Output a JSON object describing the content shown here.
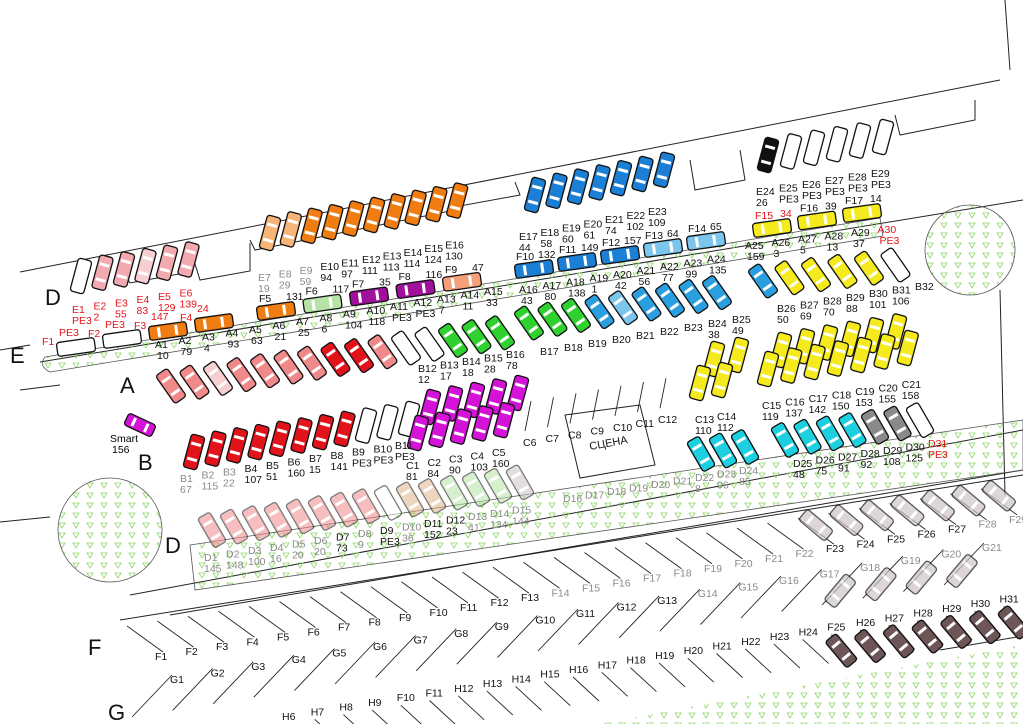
{
  "title": "Parking lot layout",
  "colors": {
    "red": "#e3131b",
    "pink": "#f3a9b0",
    "lpink": "#f7cfd3",
    "fred": "#f08a8a",
    "orange": "#f07d12",
    "lorange": "#f6b577",
    "salmon": "#f5a07a",
    "purple": "#a0109c",
    "magenta": "#d513d8",
    "green": "#2fd12f",
    "lgreen": "#b6e3a6",
    "blue": "#1c7fd6",
    "lblue": "#7cc6ee",
    "sky": "#2a9fe0",
    "yellow": "#f4ea1e",
    "cyan": "#1dd0e0",
    "white": "#ffffff",
    "black": "#111111",
    "gray": "#8a8a8a",
    "tan": "#e0b48a",
    "mauve": "#6e5558",
    "lgray": "#cfc5c5",
    "text_red": "#e3131b",
    "text_gray": "#8a8a8a",
    "text_black": "#111111",
    "grass": "#7fd24a"
  },
  "sections": {
    "A": "A",
    "B": "B",
    "D_left": "D",
    "D_lower": "D",
    "E": "E",
    "F": "F",
    "G": "G"
  },
  "stage_label": "СЦЕНА",
  "smart": {
    "id": "Smart",
    "val": "156",
    "car": "magenta"
  },
  "rows": {
    "e_left": [
      {
        "id": "E1",
        "val": "PE3",
        "car": "white",
        "tc": "text_red"
      },
      {
        "id": "E2",
        "val": "2",
        "car": "pink",
        "tc": "text_red"
      },
      {
        "id": "E3",
        "val": "55",
        "car": "pink",
        "tc": "text_red"
      },
      {
        "id": "E4",
        "val": "83",
        "car": "lpink",
        "tc": "text_red"
      },
      {
        "id": "E5",
        "val": "129",
        "car": "pink",
        "tc": "text_red"
      },
      {
        "id": "E6",
        "val": "139",
        "car": "pink",
        "tc": "text_red"
      }
    ],
    "f_left": [
      {
        "id": "F1",
        "val": "PE3",
        "car": "white",
        "tc": "text_red"
      },
      {
        "id": "F2",
        "val": "PE3",
        "car": "white",
        "tc": "text_red"
      },
      {
        "id": "F3",
        "val": "147",
        "car": "orange",
        "tc": "text_red"
      },
      {
        "id": "F4",
        "val": "24",
        "car": "orange",
        "tc": "text_red"
      }
    ],
    "e_mid": [
      {
        "id": "E7",
        "val": "19",
        "car": "lorange",
        "tc": "text_gray"
      },
      {
        "id": "E8",
        "val": "29",
        "car": "lorange",
        "tc": "text_gray"
      },
      {
        "id": "E9",
        "val": "59",
        "car": "orange",
        "tc": "text_gray"
      },
      {
        "id": "E10",
        "val": "94",
        "car": "orange"
      },
      {
        "id": "E11",
        "val": "97",
        "car": "orange"
      },
      {
        "id": "E12",
        "val": "111",
        "car": "orange"
      },
      {
        "id": "E13",
        "val": "113",
        "car": "orange"
      },
      {
        "id": "E14",
        "val": "114",
        "car": "orange"
      },
      {
        "id": "E15",
        "val": "124",
        "car": "orange"
      },
      {
        "id": "E16",
        "val": "130",
        "car": "orange"
      }
    ],
    "f_mid": [
      {
        "id": "F5",
        "val": "131",
        "car": "orange"
      },
      {
        "id": "F6",
        "val": "117",
        "car": "lgreen"
      },
      {
        "id": "F7",
        "val": "35",
        "car": "purple"
      },
      {
        "id": "F8",
        "val": "116",
        "car": "purple"
      },
      {
        "id": "F9",
        "val": "47",
        "car": "salmon"
      }
    ],
    "a_left": [
      {
        "id": "A1",
        "val": "10",
        "car": "fred"
      },
      {
        "id": "A2",
        "val": "79",
        "car": "fred"
      },
      {
        "id": "A3",
        "val": "4",
        "car": "lpink"
      },
      {
        "id": "A4",
        "val": "93",
        "car": "fred"
      },
      {
        "id": "A5",
        "val": "63",
        "car": "fred"
      },
      {
        "id": "A6",
        "val": "21",
        "car": "fred"
      },
      {
        "id": "A7",
        "val": "25",
        "car": "fred"
      },
      {
        "id": "A8",
        "val": "6",
        "car": "red"
      },
      {
        "id": "A9",
        "val": "104",
        "car": "red"
      },
      {
        "id": "A10",
        "val": "118",
        "car": "fred"
      },
      {
        "id": "A11",
        "val": "PE3",
        "car": "white"
      },
      {
        "id": "A12",
        "val": "PE3",
        "car": "white"
      },
      {
        "id": "A13",
        "val": "7",
        "car": "green"
      },
      {
        "id": "A14",
        "val": "11",
        "car": "green"
      },
      {
        "id": "A15",
        "val": "33",
        "car": "green"
      }
    ],
    "a_mid": [
      {
        "id": "A16",
        "val": "43",
        "car": "green"
      },
      {
        "id": "A17",
        "val": "80",
        "car": "green"
      },
      {
        "id": "A18",
        "val": "138",
        "car": "green"
      },
      {
        "id": "A19",
        "val": "1",
        "car": "sky"
      },
      {
        "id": "A20",
        "val": "42",
        "car": "lblue"
      },
      {
        "id": "A21",
        "val": "56",
        "car": "sky"
      },
      {
        "id": "A22",
        "val": "77",
        "car": "sky"
      },
      {
        "id": "A23",
        "val": "99",
        "car": "sky"
      },
      {
        "id": "A24",
        "val": "135",
        "car": "sky"
      }
    ],
    "e_blue": [
      {
        "id": "E17",
        "val": "44",
        "car": "blue"
      },
      {
        "id": "E18",
        "val": "58",
        "car": "blue"
      },
      {
        "id": "E19",
        "val": "60",
        "car": "blue"
      },
      {
        "id": "E20",
        "val": "61",
        "car": "blue"
      },
      {
        "id": "E21",
        "val": "74",
        "car": "blue"
      },
      {
        "id": "E22",
        "val": "102",
        "car": "blue"
      },
      {
        "id": "E23",
        "val": "109",
        "car": "blue"
      }
    ],
    "f_blue": [
      {
        "id": "F10",
        "val": "132",
        "car": "blue"
      },
      {
        "id": "F11",
        "val": "149",
        "car": "blue"
      },
      {
        "id": "F12",
        "val": "157",
        "car": "blue"
      },
      {
        "id": "F13",
        "val": "64",
        "car": "lblue"
      },
      {
        "id": "F14",
        "val": "65",
        "car": "lblue"
      }
    ],
    "e_top": [
      {
        "id": "E24",
        "val": "26",
        "car": "black"
      },
      {
        "id": "E25",
        "val": "PE3",
        "car": "white"
      },
      {
        "id": "E26",
        "val": "PE3",
        "car": "white"
      },
      {
        "id": "E27",
        "val": "PE3",
        "car": "white"
      },
      {
        "id": "E28",
        "val": "PE3",
        "car": "white"
      },
      {
        "id": "E29",
        "val": "PE3",
        "car": "white"
      }
    ],
    "f_yellow": [
      {
        "id": "F15",
        "val": "34",
        "car": "yellow",
        "tc": "text_red"
      },
      {
        "id": "F16",
        "val": "39",
        "car": "yellow"
      },
      {
        "id": "F17",
        "val": "14",
        "car": "yellow"
      }
    ],
    "a_right": [
      {
        "id": "A25",
        "val": "159",
        "car": "sky"
      },
      {
        "id": "A26",
        "val": "3",
        "car": "yellow"
      },
      {
        "id": "A27",
        "val": "5",
        "car": "yellow"
      },
      {
        "id": "A28",
        "val": "13",
        "car": "yellow"
      },
      {
        "id": "A29",
        "val": "37",
        "car": "yellow"
      },
      {
        "id": "A30",
        "val": "PE3",
        "car": "white",
        "tc": "text_red"
      }
    ],
    "b_left": [
      {
        "id": "B1",
        "val": "67",
        "car": "red",
        "tc": "text_gray"
      },
      {
        "id": "B2",
        "val": "115",
        "car": "red",
        "tc": "text_gray"
      },
      {
        "id": "B3",
        "val": "22",
        "car": "red",
        "tc": "text_gray"
      },
      {
        "id": "B4",
        "val": "107",
        "car": "red"
      },
      {
        "id": "B5",
        "val": "51",
        "car": "red"
      },
      {
        "id": "B6",
        "val": "160",
        "car": "red"
      },
      {
        "id": "B7",
        "val": "15",
        "car": "red"
      },
      {
        "id": "B8",
        "val": "141",
        "car": "red"
      },
      {
        "id": "B9",
        "val": "PE3",
        "car": "white"
      },
      {
        "id": "B10",
        "val": "PE3",
        "car": "white"
      },
      {
        "id": "B11",
        "val": "PE3",
        "car": "white"
      }
    ],
    "b_mid": [
      {
        "id": "B12",
        "val": "12",
        "car": "magenta"
      },
      {
        "id": "B13",
        "val": "17",
        "car": "magenta"
      },
      {
        "id": "B14",
        "val": "18",
        "car": "magenta"
      },
      {
        "id": "B15",
        "val": "28",
        "car": "magenta"
      },
      {
        "id": "B16",
        "val": "78",
        "car": "magenta"
      }
    ],
    "c_left": [
      {
        "id": "C1",
        "val": "81",
        "car": "magenta"
      },
      {
        "id": "C2",
        "val": "84",
        "car": "magenta"
      },
      {
        "id": "C3",
        "val": "90",
        "car": "magenta"
      },
      {
        "id": "C4",
        "val": "103",
        "car": "magenta"
      },
      {
        "id": "C5",
        "val": "160",
        "car": "magenta"
      }
    ],
    "b_rmid": [
      {
        "id": "B17",
        "val": ""
      },
      {
        "id": "B18",
        "val": ""
      },
      {
        "id": "B19",
        "val": ""
      },
      {
        "id": "B20",
        "val": ""
      },
      {
        "id": "B21",
        "val": ""
      },
      {
        "id": "B22",
        "val": ""
      },
      {
        "id": "B23",
        "val": ""
      },
      {
        "id": "B24",
        "val": "38",
        "car": "yellow"
      },
      {
        "id": "B25",
        "val": "49",
        "car": "yellow"
      }
    ],
    "b_right": [
      {
        "id": "B26",
        "val": "50",
        "car": "yellow"
      },
      {
        "id": "B27",
        "val": "69",
        "car": "yellow"
      },
      {
        "id": "B28",
        "val": "70",
        "car": "yellow"
      },
      {
        "id": "B29",
        "val": "88",
        "car": "yellow"
      },
      {
        "id": "B30",
        "val": "101",
        "car": "yellow"
      },
      {
        "id": "B31",
        "val": "106",
        "car": "yellow"
      },
      {
        "id": "B32",
        "val": ""
      }
    ],
    "c_stage": [
      {
        "id": "C6",
        "val": ""
      },
      {
        "id": "C7",
        "val": ""
      },
      {
        "id": "C8",
        "val": ""
      },
      {
        "id": "C9",
        "val": ""
      },
      {
        "id": "C10",
        "val": ""
      },
      {
        "id": "C11",
        "val": ""
      },
      {
        "id": "C12",
        "val": ""
      }
    ],
    "c_pair": [
      {
        "id": "C13",
        "val": "110",
        "car": "yellow"
      },
      {
        "id": "C14",
        "val": "112",
        "car": "yellow"
      }
    ],
    "c_right": [
      {
        "id": "C15",
        "val": "119",
        "car": "yellow"
      },
      {
        "id": "C16",
        "val": "137",
        "car": "yellow"
      },
      {
        "id": "C17",
        "val": "142",
        "car": "yellow"
      },
      {
        "id": "C18",
        "val": "150",
        "car": "yellow"
      },
      {
        "id": "C19",
        "val": "153",
        "car": "yellow"
      },
      {
        "id": "C20",
        "val": "155",
        "car": "yellow"
      },
      {
        "id": "C21",
        "val": "158",
        "car": "yellow"
      }
    ],
    "d_left": [
      {
        "id": "D1",
        "val": "145",
        "car": "fred",
        "tc": "text_gray"
      },
      {
        "id": "D2",
        "val": "148",
        "car": "fred",
        "tc": "text_gray"
      },
      {
        "id": "D3",
        "val": "100",
        "car": "fred",
        "tc": "text_gray"
      },
      {
        "id": "D4",
        "val": "16",
        "car": "fred",
        "tc": "text_gray"
      },
      {
        "id": "D5",
        "val": "20",
        "car": "fred",
        "tc": "text_gray"
      },
      {
        "id": "D6",
        "val": "20",
        "car": "fred",
        "tc": "text_gray"
      },
      {
        "id": "D7",
        "val": "73",
        "car": "fred"
      },
      {
        "id": "D8",
        "val": "9",
        "car": "fred",
        "tc": "text_gray"
      },
      {
        "id": "D9",
        "val": "PE3",
        "car": "white"
      },
      {
        "id": "D10",
        "val": "36",
        "car": "tan",
        "tc": "text_gray"
      },
      {
        "id": "D11",
        "val": "152",
        "car": "tan"
      },
      {
        "id": "D12",
        "val": "23",
        "car": "lgreen"
      },
      {
        "id": "D13",
        "val": "41",
        "car": "lgreen",
        "tc": "text_gray"
      },
      {
        "id": "D14",
        "val": "134",
        "car": "lgreen",
        "tc": "text_gray"
      },
      {
        "id": "D15",
        "val": "144",
        "car": "lgray",
        "tc": "text_gray"
      }
    ],
    "d_mid": [
      {
        "id": "D16",
        "val": "",
        "tc": "text_gray"
      },
      {
        "id": "D17",
        "val": "",
        "tc": "text_gray"
      },
      {
        "id": "D18",
        "val": "",
        "tc": "text_gray"
      },
      {
        "id": "D19",
        "val": "",
        "tc": "text_gray"
      },
      {
        "id": "D20",
        "val": "",
        "tc": "text_gray"
      },
      {
        "id": "D21",
        "val": "",
        "tc": "text_gray"
      },
      {
        "id": "D22",
        "val": "8",
        "car": "cyan",
        "tc": "text_gray"
      },
      {
        "id": "D23",
        "val": "96",
        "car": "cyan",
        "tc": "text_gray"
      },
      {
        "id": "D24",
        "val": "85",
        "car": "cyan",
        "tc": "text_gray"
      }
    ],
    "d_right": [
      {
        "id": "D25",
        "val": "48",
        "car": "cyan"
      },
      {
        "id": "D26",
        "val": "75",
        "car": "cyan"
      },
      {
        "id": "D27",
        "val": "91",
        "car": "cyan"
      },
      {
        "id": "D28",
        "val": "92",
        "car": "cyan"
      },
      {
        "id": "D29",
        "val": "108",
        "car": "gray"
      },
      {
        "id": "D30",
        "val": "125",
        "car": "gray"
      },
      {
        "id": "D31",
        "val": "PE3",
        "car": "white",
        "tc": "text_red"
      }
    ],
    "f_bottom": [
      {
        "id": "F1"
      },
      {
        "id": "F2"
      },
      {
        "id": "F3"
      },
      {
        "id": "F4"
      },
      {
        "id": "F5"
      },
      {
        "id": "F6"
      },
      {
        "id": "F7"
      },
      {
        "id": "F8"
      },
      {
        "id": "F9"
      },
      {
        "id": "F10"
      },
      {
        "id": "F11"
      },
      {
        "id": "F12"
      },
      {
        "id": "F13"
      },
      {
        "id": "F14",
        "tc": "text_gray"
      },
      {
        "id": "F15",
        "tc": "text_gray"
      },
      {
        "id": "F16",
        "tc": "text_gray"
      },
      {
        "id": "F17",
        "tc": "text_gray"
      },
      {
        "id": "F18",
        "tc": "text_gray"
      },
      {
        "id": "F19",
        "tc": "text_gray"
      },
      {
        "id": "F20",
        "tc": "text_gray"
      },
      {
        "id": "F21",
        "tc": "text_gray"
      },
      {
        "id": "F22",
        "tc": "text_gray"
      },
      {
        "id": "F23",
        "car": "lgray"
      },
      {
        "id": "F24",
        "car": "lgray"
      },
      {
        "id": "F25",
        "car": "lgray"
      },
      {
        "id": "F26",
        "car": "lgray"
      },
      {
        "id": "F27",
        "car": "lgray"
      },
      {
        "id": "F28",
        "car": "lgray",
        "tc": "text_gray"
      },
      {
        "id": "F29",
        "car": "lgray",
        "tc": "text_gray"
      }
    ],
    "g_bottom": [
      {
        "id": "G1"
      },
      {
        "id": "G2"
      },
      {
        "id": "G3"
      },
      {
        "id": "G4"
      },
      {
        "id": "G5"
      },
      {
        "id": "G6"
      },
      {
        "id": "G7"
      },
      {
        "id": "G8"
      },
      {
        "id": "G9"
      },
      {
        "id": "G10"
      },
      {
        "id": "G11"
      },
      {
        "id": "G12"
      },
      {
        "id": "G13"
      },
      {
        "id": "G14",
        "tc": "text_gray"
      },
      {
        "id": "G15",
        "tc": "text_gray"
      },
      {
        "id": "G16",
        "tc": "text_gray"
      },
      {
        "id": "G17",
        "tc": "text_gray"
      },
      {
        "id": "G18",
        "car": "lgray",
        "tc": "text_gray"
      },
      {
        "id": "G19",
        "car": "lgray",
        "tc": "text_gray"
      },
      {
        "id": "G20",
        "car": "lgray",
        "tc": "text_gray"
      },
      {
        "id": "G21",
        "car": "lgray",
        "tc": "text_gray"
      }
    ],
    "h_bottom": [
      {
        "id": "H6"
      },
      {
        "id": "H7"
      },
      {
        "id": "H8"
      },
      {
        "id": "H9"
      },
      {
        "id": "F10"
      },
      {
        "id": "F11"
      },
      {
        "id": "H12"
      },
      {
        "id": "H13"
      },
      {
        "id": "H14"
      },
      {
        "id": "H15"
      },
      {
        "id": "H16"
      },
      {
        "id": "H17"
      },
      {
        "id": "H18"
      },
      {
        "id": "H19"
      },
      {
        "id": "H20"
      },
      {
        "id": "H21"
      },
      {
        "id": "H22"
      },
      {
        "id": "H23"
      },
      {
        "id": "H24"
      },
      {
        "id": "F25",
        "car": "mauve"
      },
      {
        "id": "H26",
        "car": "mauve"
      },
      {
        "id": "H27",
        "car": "mauve"
      },
      {
        "id": "H28",
        "car": "mauve"
      },
      {
        "id": "H29",
        "car": "mauve"
      },
      {
        "id": "H30",
        "car": "mauve"
      },
      {
        "id": "H31",
        "car": "mauve"
      }
    ]
  }
}
